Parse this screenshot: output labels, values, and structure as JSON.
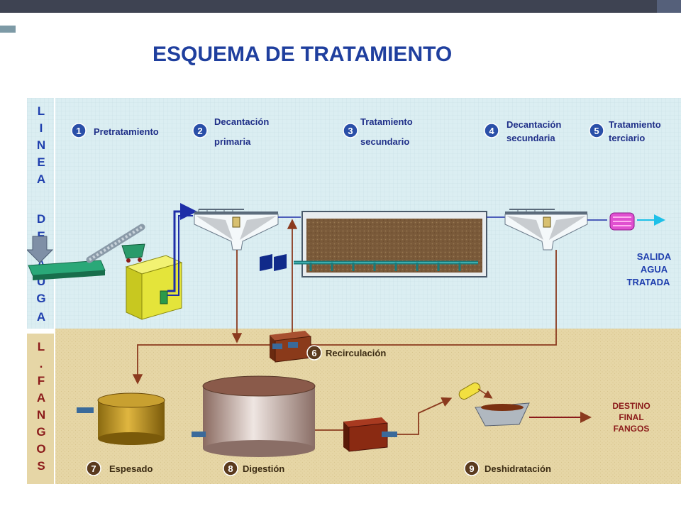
{
  "title": "ESQUEMA DE TRATAMIENTO",
  "side_labels": {
    "linea_de_agua": [
      "L",
      "I",
      "N",
      "E",
      "A",
      "D",
      "E",
      "A",
      "U",
      "G",
      "A"
    ],
    "linea_fangos": [
      "L",
      ".",
      "F",
      "A",
      "N",
      "G",
      "O",
      "S"
    ]
  },
  "steps": [
    {
      "num": "1",
      "line1": "Pretratamiento",
      "line2": ""
    },
    {
      "num": "2",
      "line1": "Decantación",
      "line2": "primaria"
    },
    {
      "num": "3",
      "line1": "Tratamiento",
      "line2": "secundario"
    },
    {
      "num": "4",
      "line1": "Decantación",
      "line2": "secundaria"
    },
    {
      "num": "5",
      "line1": "Tratamiento",
      "line2": "terciario"
    },
    {
      "num": "6",
      "line1": "Recirculación",
      "line2": ""
    },
    {
      "num": "7",
      "line1": "Espesado",
      "line2": ""
    },
    {
      "num": "8",
      "line1": "Digestión",
      "line2": ""
    },
    {
      "num": "9",
      "line1": "Deshidratación",
      "line2": ""
    }
  ],
  "outputs": {
    "water": [
      "SALIDA",
      "AGUA",
      "TRATADA"
    ],
    "sludge": [
      "DESTINO",
      "FINAL",
      "FANGOS"
    ]
  },
  "colors": {
    "water_zone": "#dbeef2",
    "sludge_zone": "#e6d6a6",
    "title": "#1f3f9e",
    "water_label": "#1f3fae",
    "sludge_label": "#8b1a1a",
    "step_circle_blue": "#2a4fa8",
    "step_circle_brown": "#5a3a1e",
    "flow_water": "#1e2ea8",
    "flow_sludge": "#8b3a1e"
  }
}
